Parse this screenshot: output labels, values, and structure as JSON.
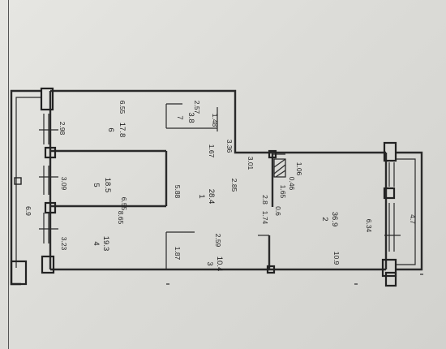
{
  "rooms": [
    {
      "num": "1",
      "area": "28.4"
    },
    {
      "num": "2",
      "area": "36.9"
    },
    {
      "num": "3",
      "area": "10.4"
    },
    {
      "num": "4",
      "area": "19.3"
    },
    {
      "num": "5",
      "area": "18.5"
    },
    {
      "num": "6",
      "area": "17.8"
    },
    {
      "num": "7",
      "area": "3.8"
    }
  ],
  "dims": {
    "top_left_room_width": "6.55",
    "top_left_room_height": "2.98",
    "bath_width": "2.57",
    "bath_height": "1.48",
    "corridor_small": "1.67",
    "corridor_right": "3.36",
    "room5_height": "3.09",
    "room5_width": "6.55",
    "room4_width": "8.65",
    "corridor_depth": "5.88",
    "corridor_width": "2.85",
    "step_a": "3.01",
    "shaft_a": "1.65",
    "shaft_b": "0.46",
    "shaft_c": "1.06",
    "kitchen_a": "2.8",
    "kitchen_b": "0.6",
    "kitchen_c": "1.74",
    "room4_height": "3.23",
    "room3_depth": "1.87",
    "room3_width": "2.59",
    "room2_width": "10.9",
    "room2_height": "6.34",
    "balcony_left": "6.9",
    "balcony_right": "4.7"
  }
}
